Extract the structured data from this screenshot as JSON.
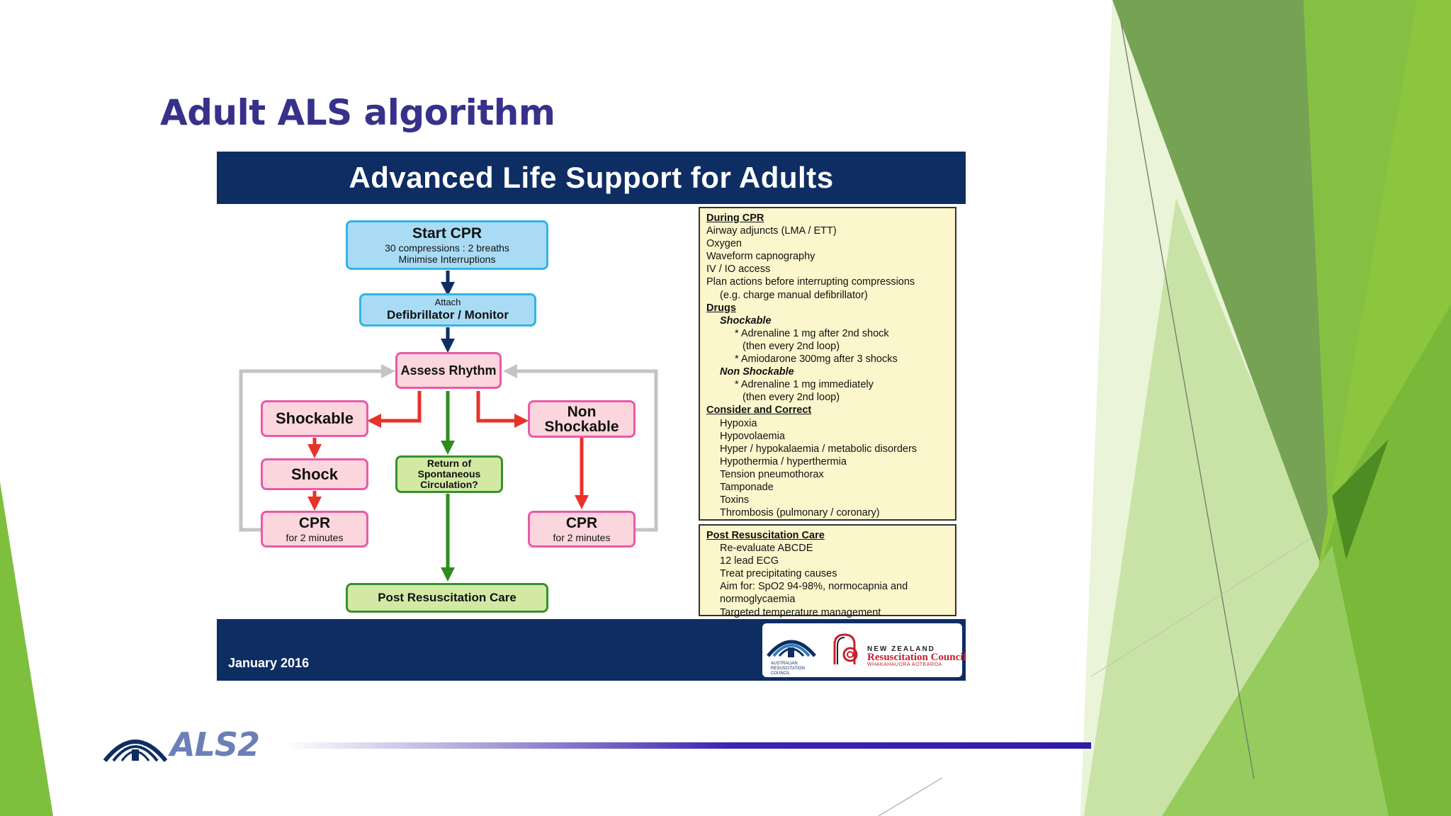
{
  "slide": {
    "title": "Adult ALS algorithm",
    "footer_logo_text": "ALS2"
  },
  "banner": {
    "title": "Advanced Life Support for Adults"
  },
  "flow": {
    "start_cpr": {
      "title": "Start CPR",
      "line1": "30 compressions : 2 breaths",
      "line2": "Minimise Interruptions"
    },
    "attach": {
      "line1": "Attach",
      "title": "Defibrillator / Monitor"
    },
    "assess": "Assess Rhythm",
    "shockable": "Shockable",
    "non_shockable": "Non Shockable",
    "shock": "Shock",
    "rosc": "Return of Spontaneous Circulation?",
    "cpr_left": {
      "title": "CPR",
      "sub": "for 2 minutes"
    },
    "cpr_right": {
      "title": "CPR",
      "sub": "for 2 minutes"
    },
    "post_care": "Post Resuscitation Care"
  },
  "during_cpr": {
    "heading": "During CPR",
    "items": [
      "Airway adjuncts (LMA / ETT)",
      "Oxygen",
      "Waveform capnography",
      "IV / IO access",
      "Plan actions before interrupting compressions",
      "(e.g. charge manual defibrillator)"
    ],
    "drugs_heading": "Drugs",
    "shockable_heading": "Shockable",
    "shockable_items": [
      "* Adrenaline 1 mg after 2nd shock",
      "(then every 2nd loop)",
      "* Amiodarone 300mg after 3 shocks"
    ],
    "non_shockable_heading": "Non Shockable",
    "non_shockable_items": [
      "* Adrenaline 1 mg immediately",
      "(then every 2nd loop)"
    ],
    "consider_heading": "Consider and Correct",
    "consider_items": [
      "Hypoxia",
      "Hypovolaemia",
      "Hyper / hypokalaemia / metabolic disorders",
      "Hypothermia / hyperthermia",
      "Tension pneumothorax",
      "Tamponade",
      "Toxins",
      "Thrombosis (pulmonary / coronary)"
    ]
  },
  "post_panel": {
    "heading": "Post Resuscitation Care",
    "items": [
      "Re-evaluate ABCDE",
      "12 lead ECG",
      "Treat precipitating causes",
      "Aim for: SpO2 94-98%, normocapnia and",
      "normoglycaemia",
      "Targeted temperature management"
    ]
  },
  "footer": {
    "date": "January 2016",
    "arc_text": [
      "AUSTRALIAN",
      "RESUSCITATION",
      "COUNCIL"
    ],
    "nz_line1": "NEW ZEALAND",
    "nz_line2": "Resuscitation Council",
    "nz_line3": "WHAKAHAUORA AOTEAROA"
  },
  "colors": {
    "title": "#37318c",
    "navy": "#0e2d63",
    "arrow_blue": "#0e2d63",
    "arrow_red": "#e8322a",
    "arrow_green": "#2f8d1f",
    "panel_bg": "#fcf6cc"
  }
}
